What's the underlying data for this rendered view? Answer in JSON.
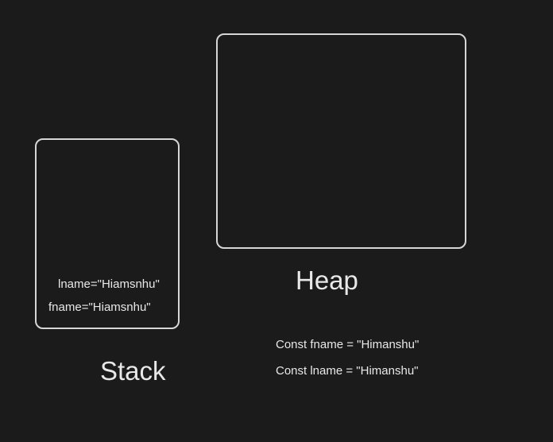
{
  "stack": {
    "title": "Stack",
    "entries": [
      "lname=\"Hiamsnhu\"",
      "fname=\"Hiamsnhu\""
    ]
  },
  "heap": {
    "title": "Heap"
  },
  "code": {
    "lines": [
      "Const fname = \"Himanshu\"",
      "Const lname = \"Himanshu\""
    ]
  },
  "colors": {
    "background": "#1b1b1b",
    "stroke": "#d6d6d6",
    "text": "#e8e8e8"
  }
}
